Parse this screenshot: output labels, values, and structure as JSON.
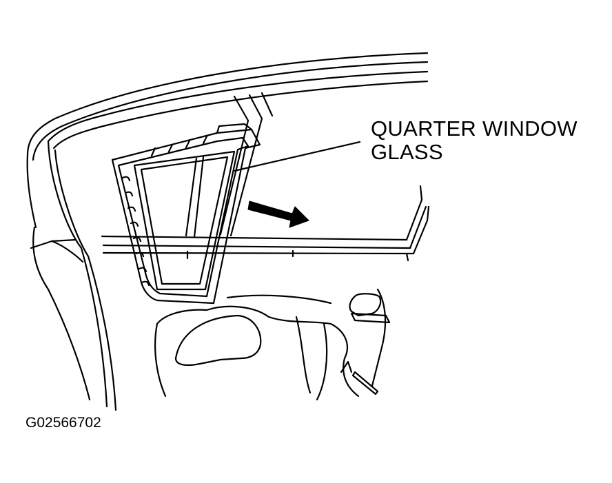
{
  "callout": {
    "line1": "QUARTER WINDOW",
    "line2": "GLASS"
  },
  "figure_id": "G02566702",
  "colors": {
    "ink": "#000000",
    "background": "#ffffff"
  }
}
